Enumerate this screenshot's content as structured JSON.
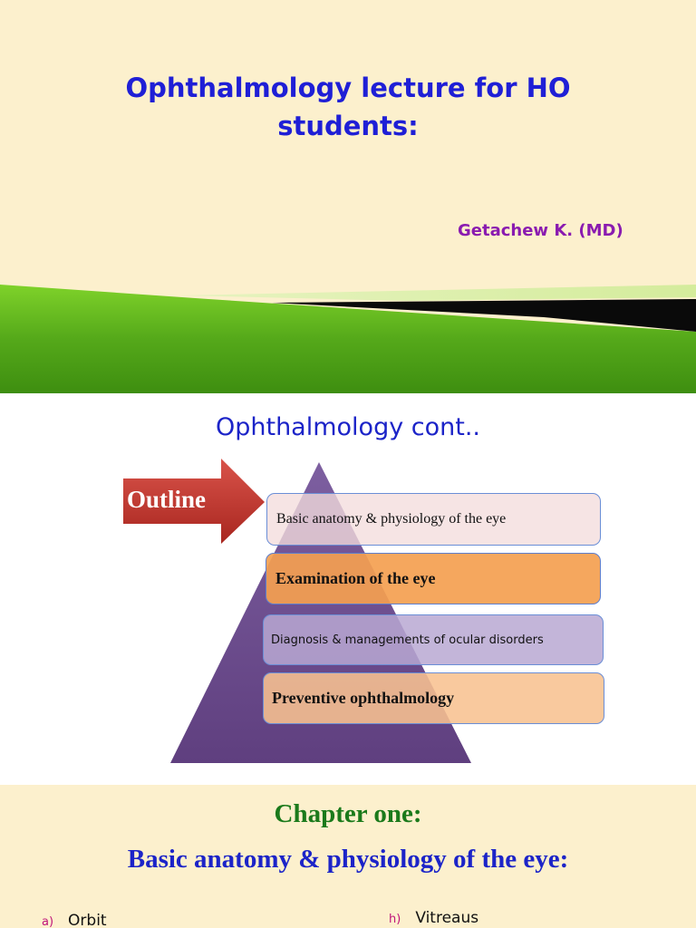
{
  "slide1": {
    "title": "Ophthalmology lecture for HO students:",
    "author": "Getachew K. (MD)"
  },
  "slide2": {
    "title": "Ophthalmology cont..",
    "arrow_label": "Outline",
    "boxes": [
      "Basic anatomy & physiology of the eye",
      "Examination of the eye",
      "Diagnosis & managements of ocular disorders",
      "Preventive ophthalmology"
    ]
  },
  "slide3": {
    "chapter": "Chapter one:",
    "subtitle": "Basic anatomy & physiology of the eye:",
    "items": [
      {
        "marker": "a)",
        "text": "Orbit"
      },
      {
        "marker": "h)",
        "text": "Vitreaus"
      }
    ]
  },
  "colors": {
    "slide_bg": "#fcf0cd",
    "title_blue": "#1f1fd6",
    "author_purple": "#8a1bb0",
    "chapter_green": "#1b7a1b",
    "pyramid_purple": "#6b4a8a",
    "arrow_red": "#c0392b",
    "swoosh_green": "#5fb31c"
  }
}
